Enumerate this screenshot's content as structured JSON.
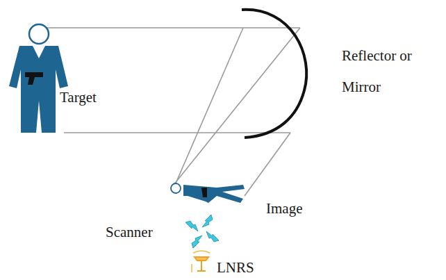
{
  "diagram": {
    "labels": [
      "Target",
      "Reflector or Mirror",
      "Image",
      "Scanner",
      "LNRS"
    ]
  }
}
